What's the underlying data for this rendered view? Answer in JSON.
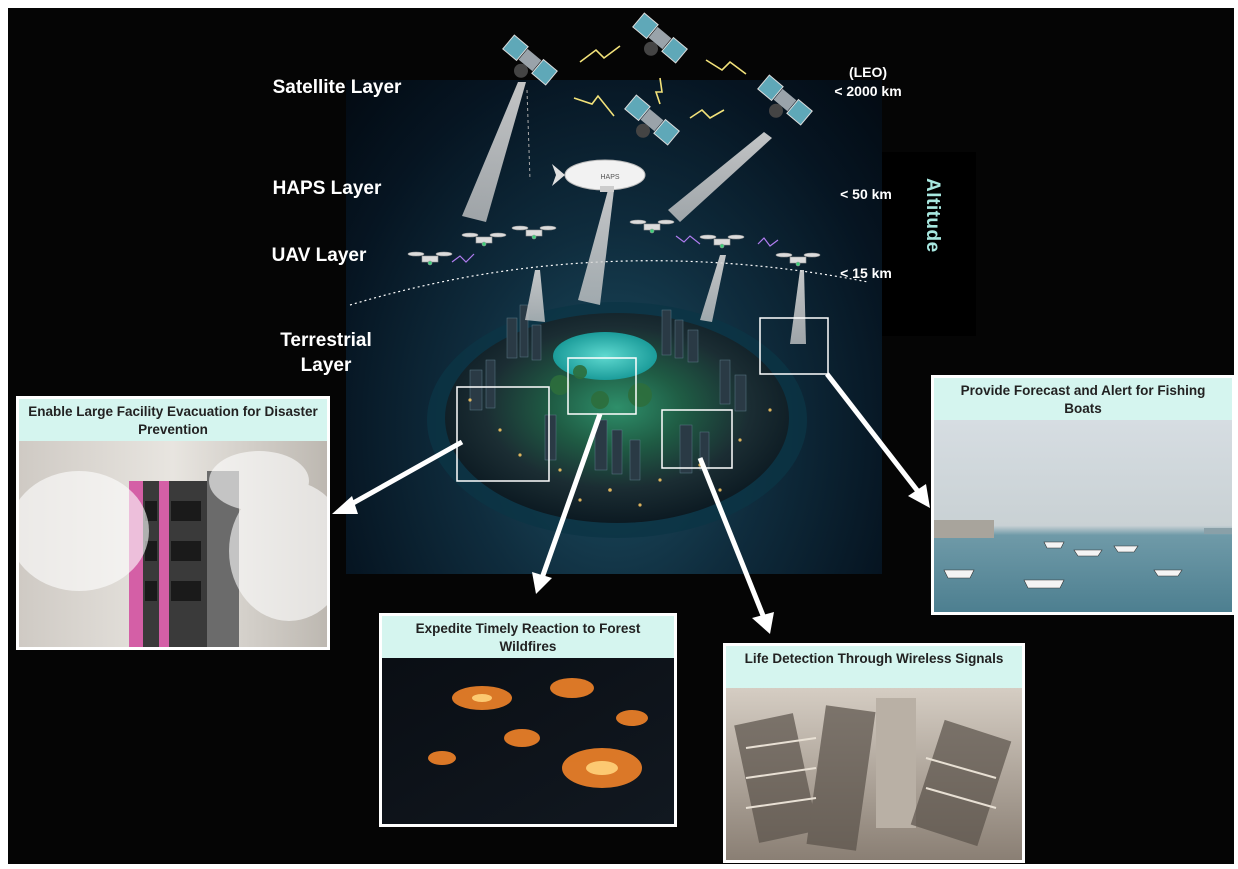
{
  "layers": {
    "satellite": "Satellite Layer",
    "haps": "HAPS Layer",
    "uav": "UAV Layer",
    "terrestrial_line1": "Terrestrial",
    "terrestrial_line2": "Layer"
  },
  "altitudes": {
    "leo_line1": "(LEO)",
    "leo_line2": "< 2000 km",
    "haps": "< 50 km",
    "uav": "< 15 km"
  },
  "altitude_axis": "Altitude",
  "blimp_text": "HAPS",
  "cards": {
    "evacuation": "Enable Large Facility Evacuation for Disaster Prevention",
    "fishing": "Provide Forecast and Alert for Fishing Boats",
    "wildfire": "Expedite Timely Reaction to Forest Wildfires",
    "life": "Life Detection Through Wireless Signals"
  },
  "colors": {
    "card_title_bg": "#d5f5ef",
    "altitude_text": "#a8e8e0",
    "background": "#050505"
  }
}
